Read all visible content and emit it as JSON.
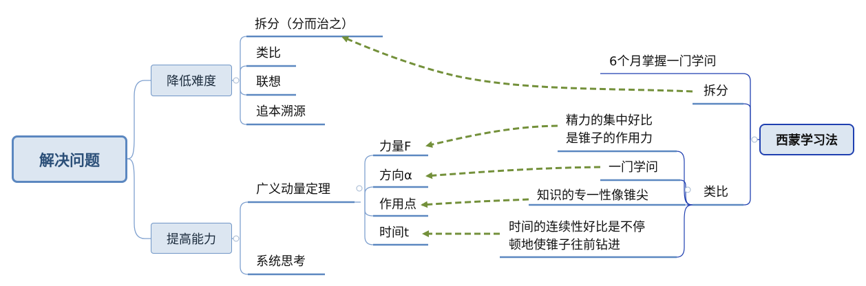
{
  "root": {
    "label": "解决问题"
  },
  "branches": {
    "jiangdi": {
      "label": "降低难度",
      "children": [
        "拆分（分而治之）",
        "类比",
        "联想",
        "追本溯源"
      ]
    },
    "tigao": {
      "label": "提高能力",
      "children": {
        "guangyi": {
          "label": "广义动量定理",
          "children": [
            "力量F",
            "方向α",
            "作用点",
            "时间t"
          ]
        },
        "xitong": {
          "label": "系统思考"
        }
      }
    }
  },
  "center": {
    "label": "西蒙学习法",
    "goal": "6个月掌握一门学问",
    "methods": [
      "拆分",
      "类比"
    ],
    "analogies": [
      [
        "精力的集中好比",
        "是锥子的作用力"
      ],
      [
        "一门学问"
      ],
      [
        "知识的专一性像锥尖"
      ],
      [
        "时间的连续性好比是不停",
        "顿地使锥子往前钻进"
      ]
    ]
  },
  "colors": {
    "box_fill": "#dce6f1",
    "root_border": "#5b87c0",
    "branch_border": "#6f95c6",
    "center_border": "#1f3fb0",
    "underline": "#5b87c0",
    "arrow": "#73903a"
  }
}
